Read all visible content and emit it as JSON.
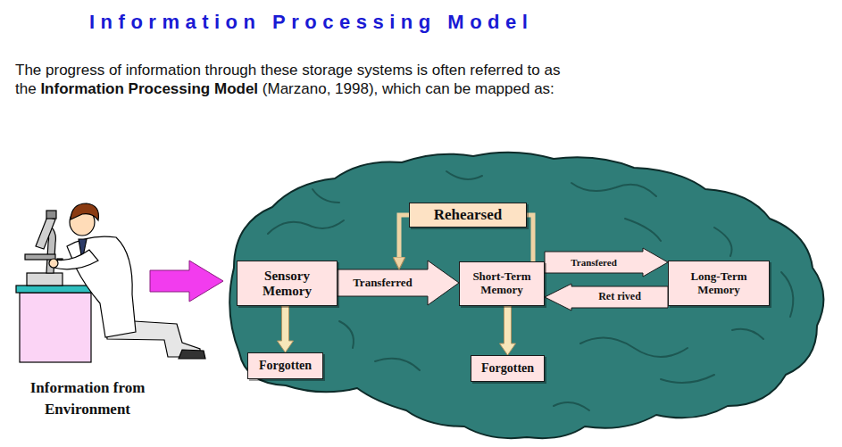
{
  "diagram": {
    "title": "Information Processing Model",
    "nodes": [
      {
        "text": [
          "Rehearsed"
        ]
      },
      {
        "text": [
          "Sensory Memory"
        ]
      },
      {
        "text": [
          "Short-Term Memory"
        ]
      },
      {
        "text": [
          "Long-Term Memory"
        ]
      },
      {
        "text": [
          "Forgotten"
        ]
      },
      {
        "text": [
          "Forgotten"
        ]
      }
    ],
    "edges": [
      {
        "from": 1,
        "to": 2,
        "label": "Transferred",
        "arrow": "to"
      },
      {
        "from": 2,
        "to": 3,
        "label": "Transfered",
        "arrow": "to"
      },
      {
        "from": 3,
        "to": 2,
        "label": "Ret rived",
        "arrow": "to"
      },
      {
        "from": 1,
        "to": 4,
        "arrow": "to"
      },
      {
        "from": 2,
        "to": 5,
        "arrow": "to"
      },
      {
        "from": 2,
        "to": 0,
        "arrow": "none"
      },
      {
        "from": 0,
        "to": 2,
        "arrow": "to"
      }
    ],
    "labels": [
      "The progress of information through these storage systems is often referred to as the",
      "Information Processing Model",
      "(Marzano, 1998), which can be mapped as:",
      "Information from Environment"
    ]
  }
}
